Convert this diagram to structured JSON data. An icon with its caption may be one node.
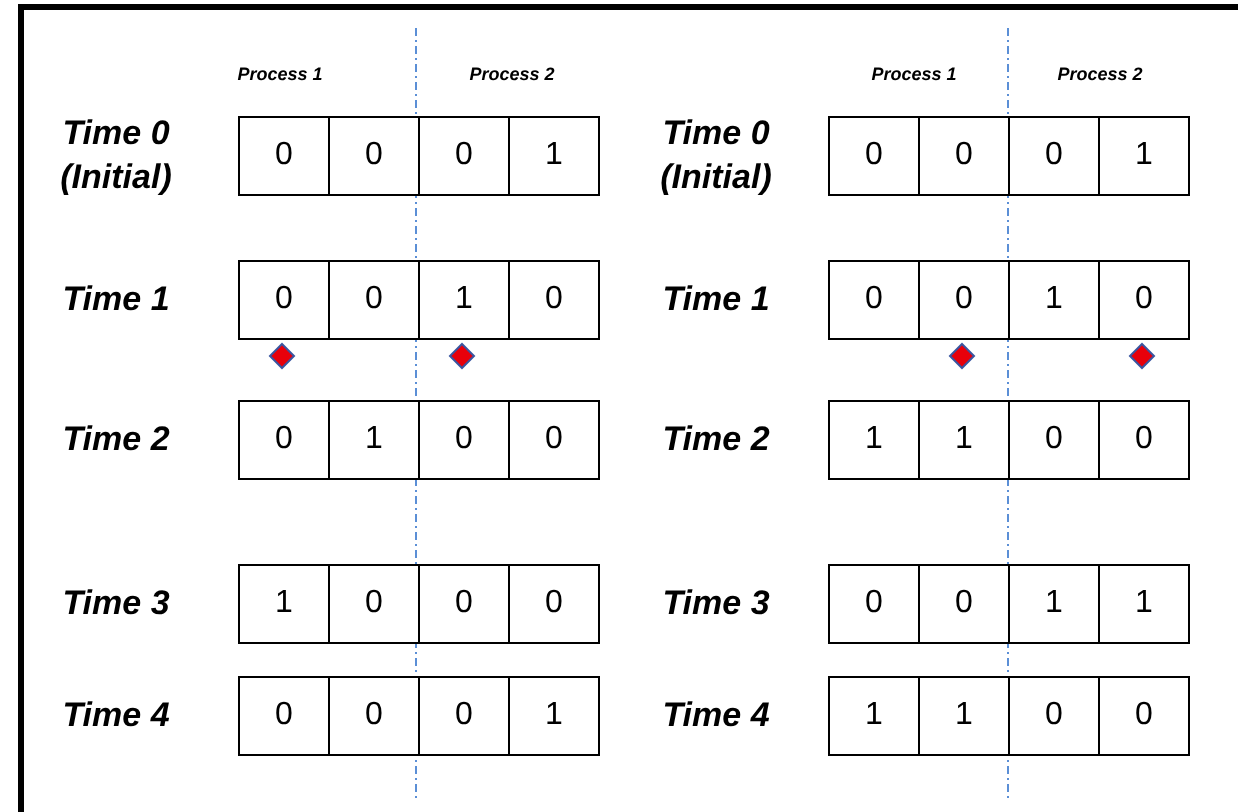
{
  "diagram": {
    "labels": [
      "Process 1",
      "Process 2",
      "Process 1",
      "Process 2",
      "Time 0 (Initial)",
      "0",
      "0",
      "0",
      "1",
      "Time 0 (Initial)",
      "0",
      "0",
      "0",
      "1",
      "Time 1",
      "0",
      "0",
      "1",
      "0",
      "Time 1",
      "0",
      "0",
      "1",
      "0",
      "Time 2",
      "0",
      "1",
      "0",
      "0",
      "Time 2",
      "1",
      "1",
      "0",
      "0",
      "Time 3",
      "1",
      "0",
      "0",
      "0",
      "Time 3",
      "0",
      "0",
      "1",
      "1",
      "Time 4",
      "0",
      "0",
      "0",
      "1",
      "Time 4",
      "1",
      "1",
      "0",
      "0"
    ]
  }
}
